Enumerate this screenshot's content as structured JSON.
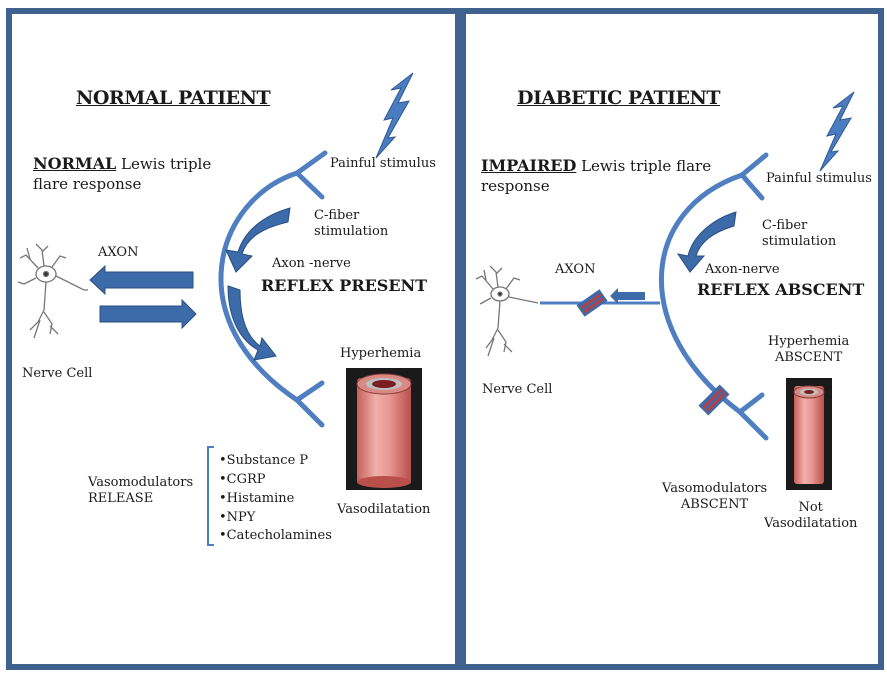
{
  "colors": {
    "border": "#3f628e",
    "nerve": "#4f7fc0",
    "arrow": "#3d6aa8",
    "vessel_fill": "#e8a09a",
    "vessel_dark": "#c25f5a",
    "block": "#c23a3a"
  },
  "left": {
    "title": "NORMAL PATIENT",
    "response_emph": "NORMAL",
    "response_rest_1": " Lewis triple",
    "response_rest_2": "flare response",
    "stimulus": "Painful stimulus",
    "cfiber_1": "C-fiber",
    "cfiber_2": "stimulation",
    "axon": "AXON",
    "reflex_1": "Axon -nerve",
    "reflex_2": "REFLEX PRESENT",
    "nerve_cell": "Nerve Cell",
    "hyperhemia": "Hyperhemia",
    "vasodilatation": "Vasodilatation",
    "vasomodulators_1": "Vasomodulators",
    "vasomodulators_2": "RELEASE",
    "substances": [
      "•Substance P",
      "•CGRP",
      "•Histamine",
      "•NPY",
      "•Catecholamines"
    ]
  },
  "right": {
    "title": "DIABETIC PATIENT",
    "response_emph": "IMPAIRED",
    "response_rest_1": " Lewis triple flare",
    "response_rest_2": "response",
    "stimulus": "Painful stimulus",
    "cfiber_1": "C-fiber",
    "cfiber_2": "stimulation",
    "axon": "AXON",
    "reflex_1": "Axon-nerve",
    "reflex_2": "REFLEX ABSCENT",
    "nerve_cell": "Nerve Cell",
    "hyperhemia_1": "Hyperhemia",
    "hyperhemia_2": "ABSCENT",
    "vasomodulators_1": "Vasomodulators",
    "vasomodulators_2": "ABSCENT",
    "not_vaso_1": "Not",
    "not_vaso_2": "Vasodilatation"
  }
}
